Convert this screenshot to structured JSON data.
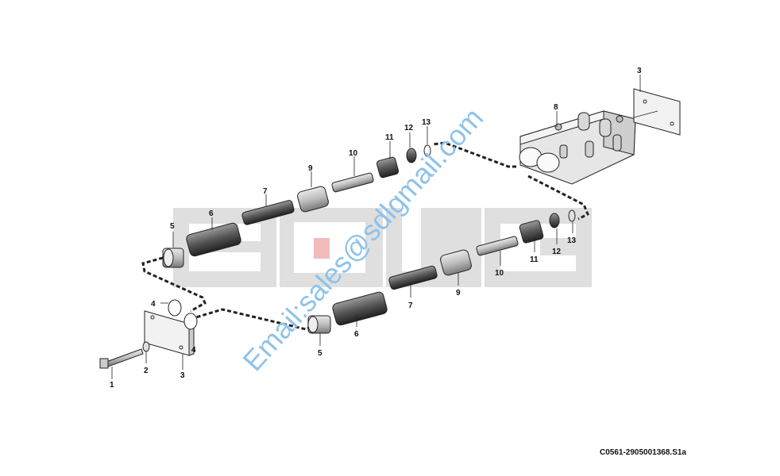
{
  "diagram": {
    "drawing_code": "C0561-2905001368.S1a",
    "watermark_logo": "SDLG",
    "watermark_email": "Email:sales@sdlgmail.com",
    "labels": {
      "top": {
        "p1": "1",
        "p2": "2",
        "p3a": "3",
        "p3b": "3",
        "p4a": "4",
        "p4b": "4",
        "p5": "5",
        "p6": "6",
        "p7": "7",
        "p8": "8",
        "p9": "9",
        "p10": "10",
        "p11": "11",
        "p12": "12",
        "p13": "13"
      },
      "bottom": {
        "p5": "5",
        "p6": "6",
        "p7": "7",
        "p9": "9",
        "p10": "10",
        "p11": "11",
        "p12": "12",
        "p13": "13"
      }
    }
  }
}
